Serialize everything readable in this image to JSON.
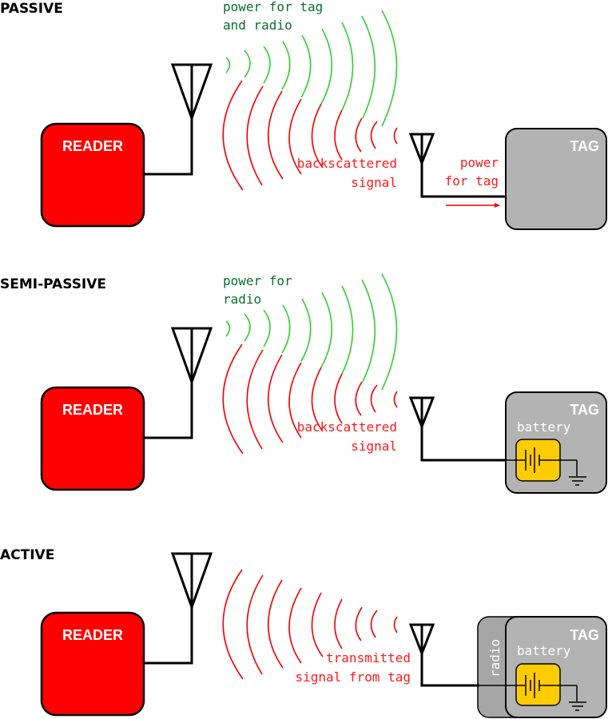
{
  "colors": {
    "reader": "#ff0000",
    "tag": "#b3b3b3",
    "battery": "#ffcc00",
    "power_wave": "#33cc33",
    "signal_wave": "#ee0000",
    "power_text": "#0b6e2e",
    "signal_text": "#ff1a1a"
  },
  "panels": [
    {
      "title": "PASSIVE",
      "reader_label": "READER",
      "tag_label": "TAG",
      "power_label": [
        "power for tag",
        "and radio"
      ],
      "signal_label": [
        "backscattered",
        "signal"
      ],
      "tag_power_label": [
        "power",
        "for tag"
      ]
    },
    {
      "title": "SEMI-PASSIVE",
      "reader_label": "READER",
      "tag_label": "TAG",
      "power_label": [
        "power for",
        "radio"
      ],
      "signal_label": [
        "backscattered",
        "signal"
      ],
      "battery_label": "battery"
    },
    {
      "title": "ACTIVE",
      "reader_label": "READER",
      "tag_label": "TAG",
      "signal_label": [
        "transmitted",
        "signal from tag"
      ],
      "battery_label": "battery",
      "radio_label": "radio"
    }
  ]
}
